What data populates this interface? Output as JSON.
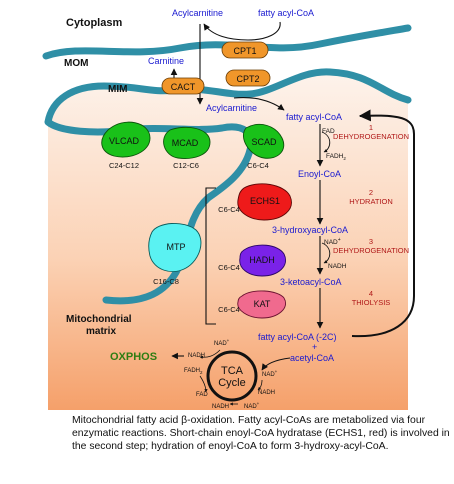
{
  "regions": {
    "cytoplasm": "Cytoplasm",
    "mom": "MOM",
    "mim": "MIM",
    "matrix_line1": "Mitochondrial",
    "matrix_line2": "matrix"
  },
  "transporters": {
    "cpt1": "CPT1",
    "cpt2": "CPT2",
    "cact": "CACT"
  },
  "cytoplasm_labels": {
    "acylcarnitine": "Acylcarnitine",
    "fatty_acyl_coa": "fatty acyl-CoA"
  },
  "ims_labels": {
    "carnitine": "Carnitine"
  },
  "matrix_labels": {
    "acylcarnitine": "Acylcarnitine",
    "fatty_acyl_coa": "fatty acyl-CoA"
  },
  "enzymes": {
    "vlcad": {
      "name": "VLCAD",
      "range": "C24-C12",
      "color": "#19c119"
    },
    "mcad": {
      "name": "MCAD",
      "range": "C12-C6",
      "color": "#19c119"
    },
    "scad": {
      "name": "SCAD",
      "range": "C6-C4",
      "color": "#19c119"
    },
    "echs1": {
      "name": "ECHS1",
      "range": "C6-C4",
      "color": "#ee1a1a"
    },
    "hadh": {
      "name": "HADH",
      "range": "C6-C4",
      "color": "#7a22e8"
    },
    "kat": {
      "name": "KAT",
      "range": "C6-C4",
      "color": "#f06a8e"
    },
    "mtp": {
      "name": "MTP",
      "range": "C16-C8",
      "color": "#5af2f2"
    }
  },
  "metabolites": {
    "enoyl_coa": "Enoyl-CoA",
    "hydroxyacyl_coa": "3-hydroxyacyl-CoA",
    "ketoacyl_coa": "3-ketoacyl-CoA",
    "fatty_acyl_coa_minus2": "fatty acyl-CoA (-2C)",
    "plus": "+",
    "acetyl_coa": "acetyl-CoA"
  },
  "cofactors": {
    "fad": "FAD",
    "fadh2": "FADH",
    "fadh2_sub": "2",
    "nad": "NAD",
    "nad_sup": "+",
    "nadh": "NADH"
  },
  "steps": [
    {
      "number": "1",
      "name": "DEHYDROGENATION"
    },
    {
      "number": "2",
      "name": "HYDRATION"
    },
    {
      "number": "3",
      "name": "DEHYDROGENATION"
    },
    {
      "number": "4",
      "name": "THIOLYSIS"
    }
  ],
  "tca": {
    "line1": "TCA",
    "line2": "Cycle",
    "oxphos": "OXPHOS",
    "nadh": "NADH",
    "nad": "NAD",
    "nad_sup": "+",
    "fadh": "FADH",
    "fadh_sub": "2",
    "fad": "FAD"
  },
  "caption": {
    "text": "Mitochondrial fatty acid β-oxidation. Fatty acyl-CoAs are metabolized via four enzymatic reactions. Short-chain enoyl-CoA hydratase (ECHS1, red) is involved in the second step; hydration of enoyl-CoA to form 3-hydroxy-acyl-CoA."
  },
  "colors": {
    "membrane": "#2f8fa6",
    "cpt_fill": "#f0962a",
    "metabolite_text": "#1a1ad0",
    "step_text": "#b01818",
    "oxphos_text": "#2e7d12",
    "matrix_gradient_top": "#fdf3ec",
    "matrix_gradient_bottom": "#f5a06a"
  }
}
